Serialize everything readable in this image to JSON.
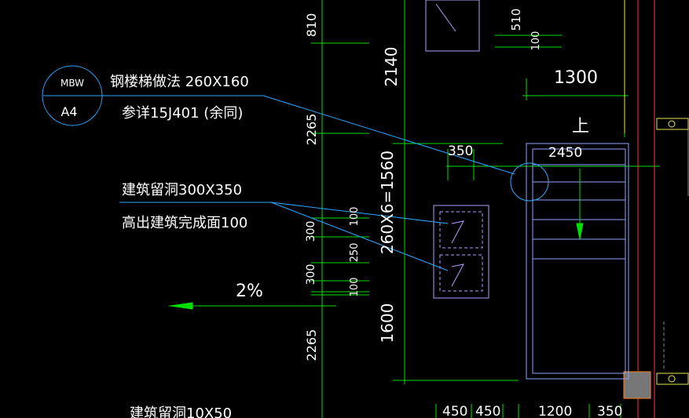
{
  "colors": {
    "bg": "#000000",
    "text": "#ffffff",
    "dim": "#00e000",
    "leader": "#2aa8ff",
    "wall": "#ff3333",
    "stair": "#8fa3ff",
    "box": "#b0a0ff",
    "yellow": "#e8e850",
    "grey": "#888888",
    "orange": "#ff8020"
  },
  "bubble": {
    "top": "MBW",
    "bottom": "A4"
  },
  "note1": {
    "line1": "钢楼梯做法 260X160",
    "line2": "参详15J401 (余同)"
  },
  "note2": {
    "line1": "建筑留洞300X350",
    "line2": "高出建筑完成面100"
  },
  "note3": "建筑留洞10X50",
  "slope": "2%",
  "up_label": "上",
  "dims": {
    "v810": "810",
    "v2140": "2140",
    "v510": "510",
    "v100a": "100",
    "v2265a": "2265",
    "v260x6": "260X6=1560",
    "v300a": "300",
    "v100b": "100",
    "v250": "250",
    "v300b": "300",
    "v100c": "100",
    "v1600": "1600",
    "v2265b": "2265",
    "h1300": "1300",
    "h350a": "350",
    "h2450": "2450",
    "h450a": "450",
    "h450b": "450",
    "h1200": "1200",
    "h350b": "350"
  }
}
